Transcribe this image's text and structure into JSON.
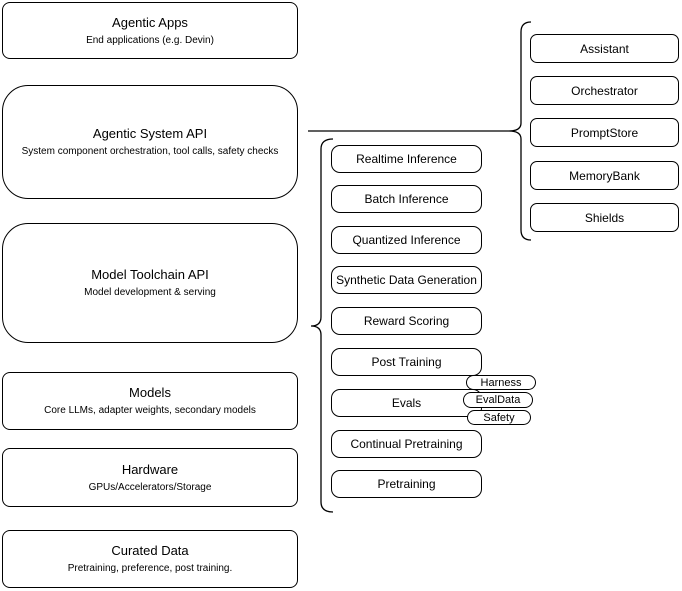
{
  "diagram": {
    "colors": {
      "stroke": "#000000",
      "fill": "#ffffff",
      "text": "#000000"
    },
    "left_stack": [
      {
        "title": "Agentic Apps",
        "subtitle": "End applications (e.g. Devin)"
      },
      {
        "title": "Agentic System API",
        "subtitle": "System component orchestration, tool calls, safety checks"
      },
      {
        "title": "Model Toolchain API",
        "subtitle": "Model development & serving"
      },
      {
        "title": "Models",
        "subtitle": "Core LLMs, adapter weights, secondary models"
      },
      {
        "title": "Hardware",
        "subtitle": "GPUs/Accelerators/Storage"
      },
      {
        "title": "Curated Data",
        "subtitle": "Pretraining, preference, post training."
      }
    ],
    "toolchain_stack": [
      {
        "label": "Realtime Inference"
      },
      {
        "label": "Batch Inference"
      },
      {
        "label": "Quantized Inference"
      },
      {
        "label": "Synthetic Data Generation"
      },
      {
        "label": "Reward Scoring"
      },
      {
        "label": "Post Training"
      },
      {
        "label": "Evals"
      },
      {
        "label": "Continual Pretraining"
      },
      {
        "label": "Pretraining"
      }
    ],
    "evals_tags": [
      {
        "label": "Harness"
      },
      {
        "label": "EvalData"
      },
      {
        "label": "Safety"
      }
    ],
    "system_components": [
      {
        "label": "Assistant"
      },
      {
        "label": "Orchestrator"
      },
      {
        "label": "PromptStore"
      },
      {
        "label": "MemoryBank"
      },
      {
        "label": "Shields"
      }
    ]
  }
}
